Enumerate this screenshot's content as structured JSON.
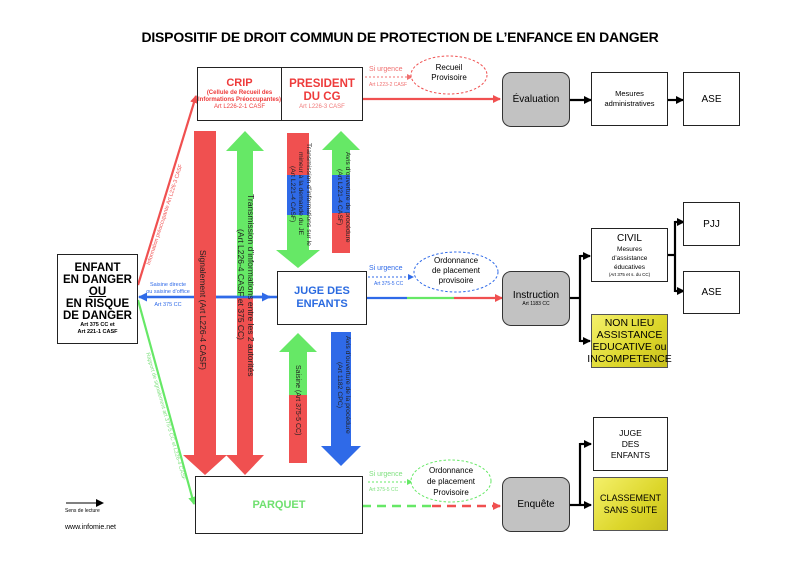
{
  "title": "DISPOSITIF DE DROIT COMMUN DE PROTECTION DE L’ENFANCE EN DANGER",
  "colors": {
    "red": "#f05050",
    "green": "#66e866",
    "blue": "#2f6ae8",
    "grey_box": "#c2c2c2",
    "yellow_box": "#e6e03a"
  },
  "enfant": {
    "line1": "ENFANT",
    "line2": "EN DANGER",
    "line3": "OU",
    "line4": "EN RISQUE",
    "line5": "DE DANGER",
    "ref1": "Art 375 CC et",
    "ref2": "Art 221-1 CASF"
  },
  "crip": {
    "title": "CRIP",
    "sub1": "(Cellule de Recueil des",
    "sub2": "Informations Préoccupantes)",
    "ref": "Art L226-2-1 CASF"
  },
  "president": {
    "line1": "PRESIDENT",
    "line2": "DU CG",
    "ref": "Art L226-3 CASF"
  },
  "juge": {
    "line1": "JUGE DES",
    "line2": "ENFANTS"
  },
  "parquet": {
    "label": "PARQUET"
  },
  "links": {
    "info_preoccupante": "Information préoccupante Art L226-3 CASF",
    "saisine_line1": "Saisine directe",
    "saisine_line2": "ou saisine d’office",
    "saisine_ref": "Art 375 CC",
    "rapport_signalement": "Rapport de signalement art 375-5 CC et L226-4 CASF",
    "signalement": "Signalement (Art L226-4 CASF)",
    "transmission_2_autorites_1": "Transmission d’informations entre les 2 autorités",
    "transmission_2_autorites_2": "(Art L226-4 CASF et 375 CC)",
    "transmission_mineur_1": "Transmission d’informations sur le",
    "transmission_mineur_2": "mineur à la demande du JE",
    "transmission_mineur_3": "(Art L221-4 CASF)",
    "avis_ouverture_cg_1": "Avis d’ouverture de procédure",
    "avis_ouverture_cg_2": "(Art L221-4 CASF)",
    "saisine_375": "Saisine (Art 375-5 CC)",
    "avis_ouverture_1182_1": "Avis d’ouverture de la procédure",
    "avis_ouverture_1182_2": "(Art 1182 CPC)"
  },
  "urgences": [
    {
      "label": "Si urgence",
      "ref": "Art L223-2 CASF",
      "bubble1": "Recueil",
      "bubble2": "Provisoire"
    },
    {
      "label": "Si urgence",
      "ref": "Art 375-5 CC",
      "bubble1": "Ordonnance",
      "bubble2": "de placement",
      "bubble3": "provisoire"
    },
    {
      "label": "Si urgence",
      "ref": "Art 375-5 CC",
      "bubble1": "Ordonnance",
      "bubble2": "de placement",
      "bubble3": "Provisoire"
    }
  ],
  "evaluation": {
    "label": "Évaluation"
  },
  "mesures_admin": {
    "line1": "Mesures",
    "line2": "administratives"
  },
  "ase_top": {
    "label": "ASE"
  },
  "instruction": {
    "label": "Instruction",
    "ref": "Art 1183 CC"
  },
  "civil": {
    "title": "CIVIL",
    "line1": "Mesures",
    "line2": "d’assistance",
    "line3": "éducatives",
    "ref": "(Art 375 et s. du CC)"
  },
  "pjj": {
    "label": "PJJ"
  },
  "ase_mid": {
    "label": "ASE"
  },
  "non_lieu": {
    "line1": "NON LIEU",
    "line2": "ASSISTANCE",
    "line3": "EDUCATIVE ou",
    "line4": "INCOMPETENCE"
  },
  "enquete": {
    "label": "Enquête"
  },
  "juge_bottom": {
    "line1": "JUGE",
    "line2": "DES",
    "line3": "ENFANTS"
  },
  "classement": {
    "line1": "CLASSEMENT",
    "line2": "SANS SUITE"
  },
  "legend": {
    "label": "Sens de lecture",
    "website": "www.infomie.net"
  }
}
